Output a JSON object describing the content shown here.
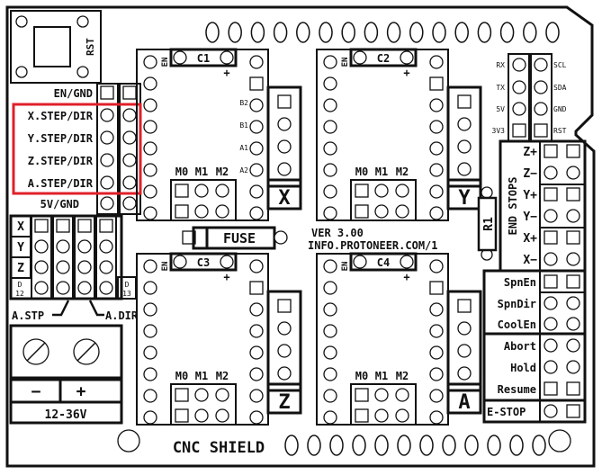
{
  "board": {
    "title": "CNC SHIELD",
    "version": "VER 3.00",
    "url": "INFO.PROTONEER.COM/1",
    "fuse": "FUSE",
    "resistor": "R1",
    "reset": "RST"
  },
  "left_header": {
    "en_gnd": "EN/GND",
    "rows": [
      "X.STEP/DIR",
      "Y.STEP/DIR",
      "Z.STEP/DIR",
      "A.STEP/DIR"
    ],
    "v5_gnd": "5V/GND",
    "highlight_color": "#e0202a"
  },
  "clone": {
    "axes": [
      "X",
      "Y",
      "Z"
    ],
    "d12": [
      "D",
      "12"
    ],
    "d13": [
      "D",
      "13"
    ],
    "a_stp": "A.STP",
    "a_dir": "A.DIR"
  },
  "power": {
    "minus": "−",
    "plus": "+",
    "voltage": "12-36V"
  },
  "drivers": [
    {
      "cap": "C1",
      "axis": "X"
    },
    {
      "cap": "C2",
      "axis": "Y"
    },
    {
      "cap": "C3",
      "axis": "Z"
    },
    {
      "cap": "C4",
      "axis": "A"
    }
  ],
  "driver_labels": {
    "en": "EN",
    "plus": "+",
    "m0": "M0",
    "m1": "M1",
    "m2": "M2",
    "coil": [
      "B2",
      "B1",
      "A1",
      "A2"
    ]
  },
  "i2c": {
    "left": [
      "RX",
      "TX",
      "5V",
      "3V3"
    ],
    "right": [
      "SCL",
      "SDA",
      "GND",
      "RST"
    ]
  },
  "endstops": {
    "title": "END STOPS",
    "labels": [
      "Z+",
      "Z−",
      "Y+",
      "Y−",
      "X+",
      "X−"
    ]
  },
  "control": {
    "labels": [
      "SpnEn",
      "SpnDir",
      "CoolEn",
      "Abort",
      "Hold",
      "Resume",
      "E-STOP"
    ]
  }
}
